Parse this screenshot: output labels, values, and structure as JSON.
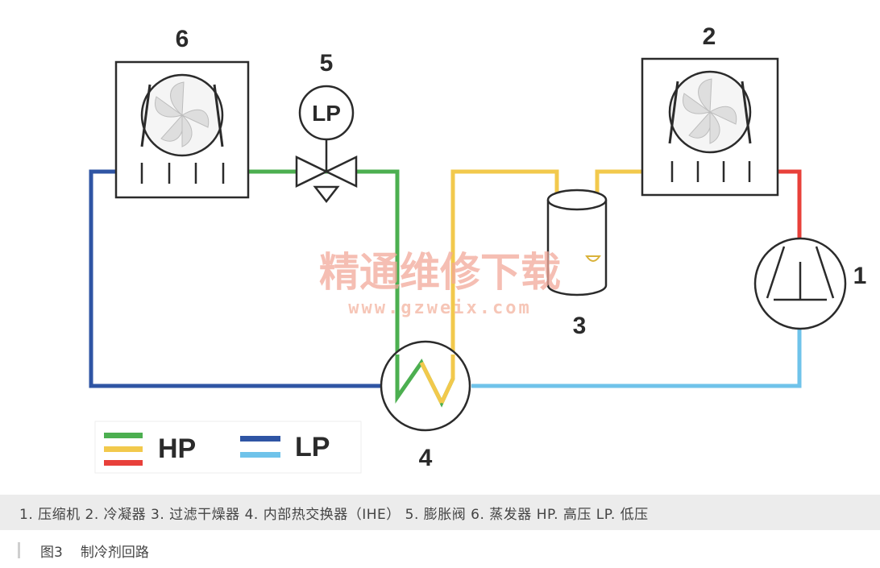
{
  "components": {
    "compressor": {
      "number": "1"
    },
    "condenser": {
      "number": "2"
    },
    "filter_drier": {
      "number": "3"
    },
    "internal_heat_exchanger": {
      "number": "4"
    },
    "expansion_valve": {
      "number": "5",
      "label": "LP"
    },
    "evaporator": {
      "number": "6"
    }
  },
  "legend": {
    "hp_label": "HP",
    "lp_label": "LP"
  },
  "colors": {
    "hp_green": "#4caf50",
    "hp_yellow": "#f2c94c",
    "hp_red": "#e8403a",
    "lp_dark_blue": "#2f55a4",
    "lp_light_blue": "#6fc3ea"
  },
  "watermark": {
    "text": "精通维修下载",
    "url": "www.gzweix.com"
  },
  "caption": {
    "legend_line": "1. 压缩机   2. 冷凝器   3. 过滤干燥器   4. 内部热交换器（IHE）   5. 膨胀阀   6. 蒸发器   HP. 高压   LP. 低压",
    "figure_number": "图3",
    "figure_title": "制冷剂回路"
  }
}
